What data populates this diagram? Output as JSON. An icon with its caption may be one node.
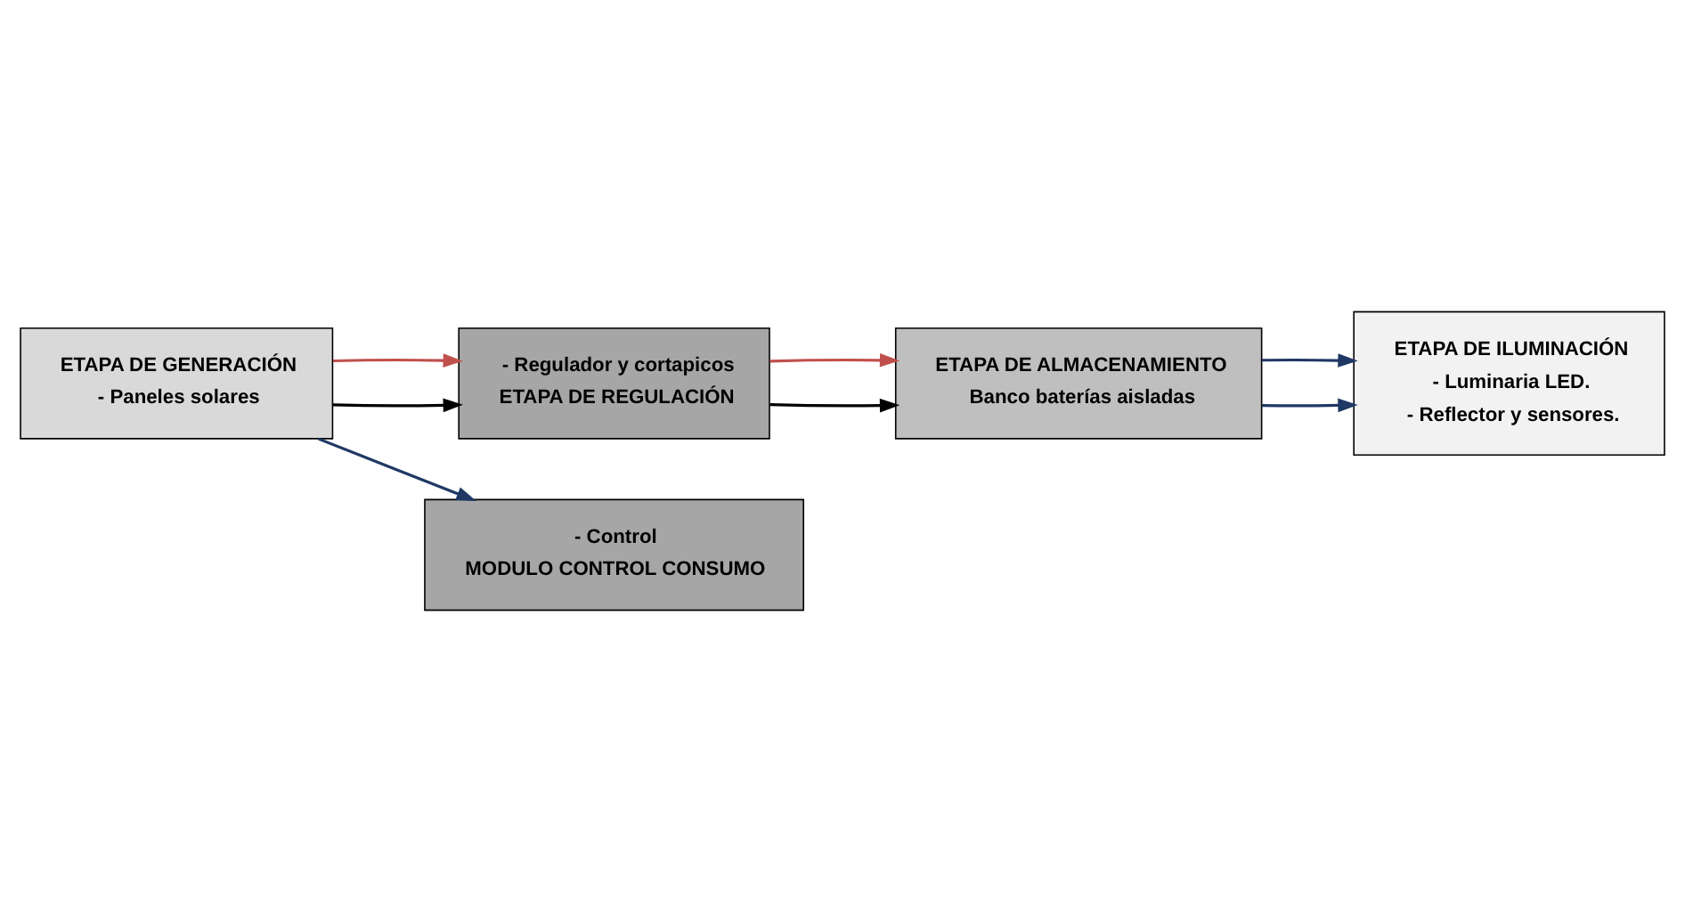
{
  "diagram": {
    "nodes": [
      {
        "text": [
          "ETAPA DE GENERACIÓN",
          "- Paneles solares"
        ]
      },
      {
        "text": [
          "- Regulador y cortapicos",
          "ETAPA DE REGULACIÓN"
        ]
      },
      {
        "text": [
          "- Control",
          "MODULO CONTROL CONSUMO"
        ]
      },
      {
        "text": [
          "ETAPA DE ALMACENAMIENTO",
          "Banco baterías aisladas"
        ]
      },
      {
        "text": [
          "ETAPA DE ILUMINACIÓN",
          "- Luminaria LED.",
          "- Reflector y sensores."
        ]
      }
    ],
    "edges": [
      {
        "from": 0,
        "to": 1,
        "arrow": "to",
        "color": "#000000"
      },
      {
        "from": 0,
        "to": 1,
        "arrow": "to",
        "color": "#c0504d"
      },
      {
        "from": 1,
        "to": 3,
        "arrow": "to",
        "color": "#000000"
      },
      {
        "from": 1,
        "to": 3,
        "arrow": "to",
        "color": "#c0504d"
      },
      {
        "from": 0,
        "to": 2,
        "arrow": "to",
        "color": "#1f3864"
      },
      {
        "from": 3,
        "to": 4,
        "arrow": "to",
        "color": "#1f3864"
      },
      {
        "from": 3,
        "to": 4,
        "arrow": "to",
        "color": "#1f3864"
      }
    ]
  }
}
